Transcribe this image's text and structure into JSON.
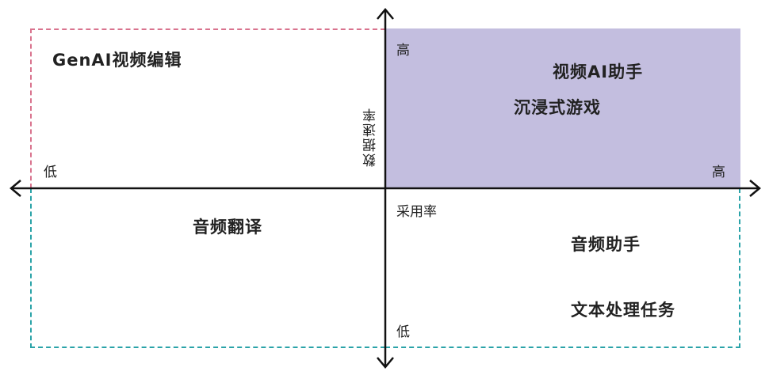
{
  "quadrants": {
    "top_left": [
      "GenAI视频编辑"
    ],
    "top_right": [
      "视频AI助手",
      "沉浸式游戏"
    ],
    "bottom_left": [
      "音频翻译"
    ],
    "bottom_right": [
      "音频助手",
      "文本处理任务"
    ]
  },
  "axes": {
    "x_label": "采用率",
    "y_label": "数据速率",
    "x_low": "低",
    "x_high": "高",
    "y_high": "高",
    "y_low": "低"
  },
  "colors": {
    "top_right_fill": "#c3bedf",
    "top_left_border": "#d9738e",
    "bottom_border": "#2aa3a8",
    "axis": "#111111"
  }
}
